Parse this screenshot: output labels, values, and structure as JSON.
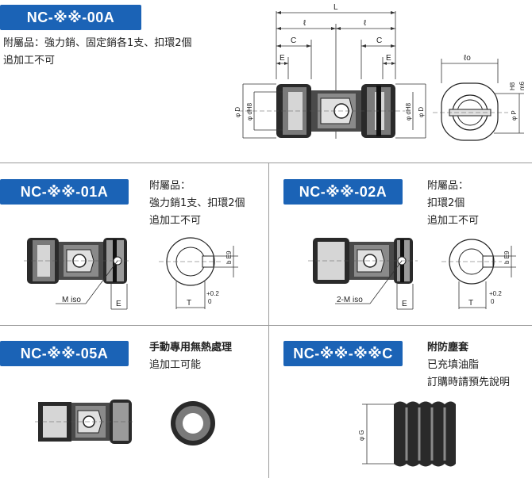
{
  "sections": {
    "a00": {
      "code": "NC-※※-00A",
      "lines": [
        "附屬品：強力銷、固定銷各1支、扣環2個",
        "追加工不可"
      ],
      "dims": {
        "L": "L",
        "l": "ℓ",
        "C": "C",
        "E": "E",
        "D": "φ D",
        "dH8": "φ dH8",
        "lo": "ℓo",
        "H8": "H8",
        "m6": "m6",
        "P": "φ P"
      }
    },
    "a01": {
      "code": "NC-※※-01A",
      "lines": [
        "附屬品：",
        "強力銷1支、扣環2個",
        "追加工不可"
      ],
      "dims": {
        "thread": "M iso",
        "E": "E",
        "bE9": "b E9",
        "T": "T",
        "tol_plus": "+0.2",
        "tol_zero": "0"
      }
    },
    "a02": {
      "code": "NC-※※-02A",
      "lines": [
        "附屬品：",
        "扣環2個",
        "追加工不可"
      ],
      "dims": {
        "thread": "2-M iso",
        "E": "E",
        "bE9": "b E9",
        "T": "T",
        "tol_plus": "+0.2",
        "tol_zero": "0"
      }
    },
    "a05": {
      "code": "NC-※※-05A",
      "lines": [
        "手動專用無熱處理",
        "追加工可能"
      ]
    },
    "boot": {
      "code": "NC-※※-※※C",
      "lines": [
        "附防塵套",
        "已充填油脂",
        "訂購時請預先說明"
      ],
      "dims": {
        "G": "φ G"
      }
    }
  },
  "colors": {
    "badge": "#1b63b6",
    "part_dark": "#222222",
    "part_mid": "#6e6e6e",
    "part_light": "#cfcfcf",
    "divider": "#9a9a9a"
  }
}
